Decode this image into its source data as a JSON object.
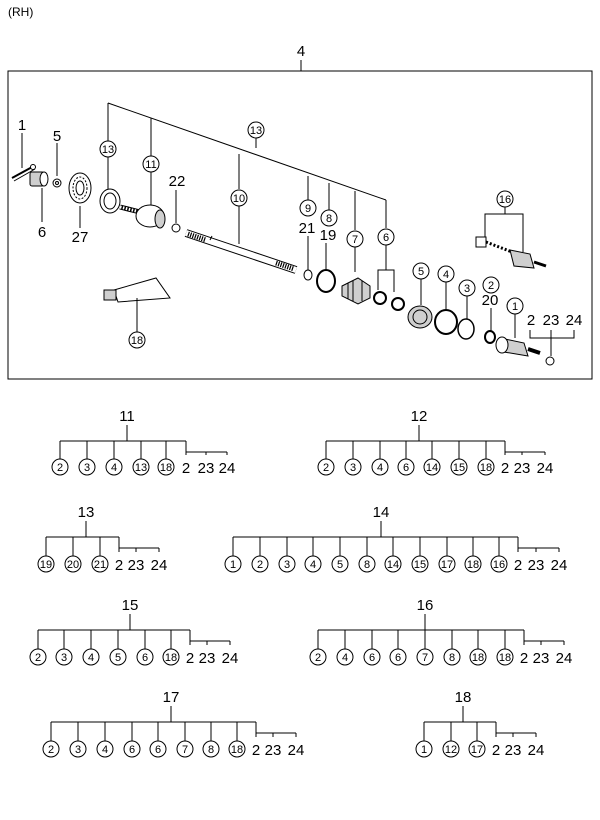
{
  "side_label": "(RH)",
  "assembly_label": "4",
  "assembly_callouts": {
    "c1": "1",
    "c5": "5",
    "c6": "6",
    "c27": "27",
    "c22": "22",
    "c21": "21",
    "c19": "19",
    "c20": "20",
    "c2": "2",
    "c23": "23",
    "c24": "24",
    "r13a": "13",
    "r11": "11",
    "r13b": "13",
    "r10": "10",
    "r9": "9",
    "r8": "8",
    "r7": "7",
    "r6": "6",
    "r5": "5",
    "r4": "4",
    "r3": "3",
    "r2": "2",
    "r1": "1",
    "r16": "16",
    "r18": "18"
  },
  "kits": [
    {
      "id": "11",
      "items": [
        {
          "label": "2",
          "circled": true
        },
        {
          "label": "3",
          "circled": true
        },
        {
          "label": "4",
          "circled": true
        },
        {
          "label": "13",
          "circled": true
        },
        {
          "label": "18",
          "circled": true
        },
        {
          "label": "2",
          "circled": false
        },
        {
          "label": "23",
          "circled": false
        },
        {
          "label": "24",
          "circled": false
        }
      ]
    },
    {
      "id": "12",
      "items": [
        {
          "label": "2",
          "circled": true
        },
        {
          "label": "3",
          "circled": true
        },
        {
          "label": "4",
          "circled": true
        },
        {
          "label": "6",
          "circled": true
        },
        {
          "label": "14",
          "circled": true
        },
        {
          "label": "15",
          "circled": true
        },
        {
          "label": "18",
          "circled": true
        },
        {
          "label": "2",
          "circled": false
        },
        {
          "label": "23",
          "circled": false
        },
        {
          "label": "24",
          "circled": false
        }
      ]
    },
    {
      "id": "13",
      "items": [
        {
          "label": "19",
          "circled": true
        },
        {
          "label": "20",
          "circled": true
        },
        {
          "label": "21",
          "circled": true
        },
        {
          "label": "2",
          "circled": false
        },
        {
          "label": "23",
          "circled": false
        },
        {
          "label": "24",
          "circled": false
        }
      ]
    },
    {
      "id": "14",
      "items": [
        {
          "label": "1",
          "circled": true
        },
        {
          "label": "2",
          "circled": true
        },
        {
          "label": "3",
          "circled": true
        },
        {
          "label": "4",
          "circled": true
        },
        {
          "label": "5",
          "circled": true
        },
        {
          "label": "8",
          "circled": true
        },
        {
          "label": "14",
          "circled": true
        },
        {
          "label": "15",
          "circled": true
        },
        {
          "label": "17",
          "circled": true
        },
        {
          "label": "18",
          "circled": true
        },
        {
          "label": "16",
          "circled": true
        },
        {
          "label": "2",
          "circled": false
        },
        {
          "label": "23",
          "circled": false
        },
        {
          "label": "24",
          "circled": false
        }
      ]
    },
    {
      "id": "15",
      "items": [
        {
          "label": "2",
          "circled": true
        },
        {
          "label": "3",
          "circled": true
        },
        {
          "label": "4",
          "circled": true
        },
        {
          "label": "5",
          "circled": true
        },
        {
          "label": "6",
          "circled": true
        },
        {
          "label": "18",
          "circled": true
        },
        {
          "label": "2",
          "circled": false
        },
        {
          "label": "23",
          "circled": false
        },
        {
          "label": "24",
          "circled": false
        }
      ]
    },
    {
      "id": "16",
      "items": [
        {
          "label": "2",
          "circled": true
        },
        {
          "label": "4",
          "circled": true
        },
        {
          "label": "6",
          "circled": true
        },
        {
          "label": "6",
          "circled": true
        },
        {
          "label": "7",
          "circled": true
        },
        {
          "label": "8",
          "circled": true
        },
        {
          "label": "18",
          "circled": true
        },
        {
          "label": "18",
          "circled": true
        },
        {
          "label": "2",
          "circled": false
        },
        {
          "label": "23",
          "circled": false
        },
        {
          "label": "24",
          "circled": false
        }
      ]
    },
    {
      "id": "17",
      "items": [
        {
          "label": "2",
          "circled": true
        },
        {
          "label": "3",
          "circled": true
        },
        {
          "label": "4",
          "circled": true
        },
        {
          "label": "6",
          "circled": true
        },
        {
          "label": "6",
          "circled": true
        },
        {
          "label": "7",
          "circled": true
        },
        {
          "label": "8",
          "circled": true
        },
        {
          "label": "18",
          "circled": true
        },
        {
          "label": "2",
          "circled": false
        },
        {
          "label": "23",
          "circled": false
        },
        {
          "label": "24",
          "circled": false
        }
      ]
    },
    {
      "id": "18",
      "items": [
        {
          "label": "1",
          "circled": true
        },
        {
          "label": "12",
          "circled": true
        },
        {
          "label": "17",
          "circled": true
        },
        {
          "label": "2",
          "circled": false
        },
        {
          "label": "23",
          "circled": false
        },
        {
          "label": "24",
          "circled": false
        }
      ]
    }
  ]
}
